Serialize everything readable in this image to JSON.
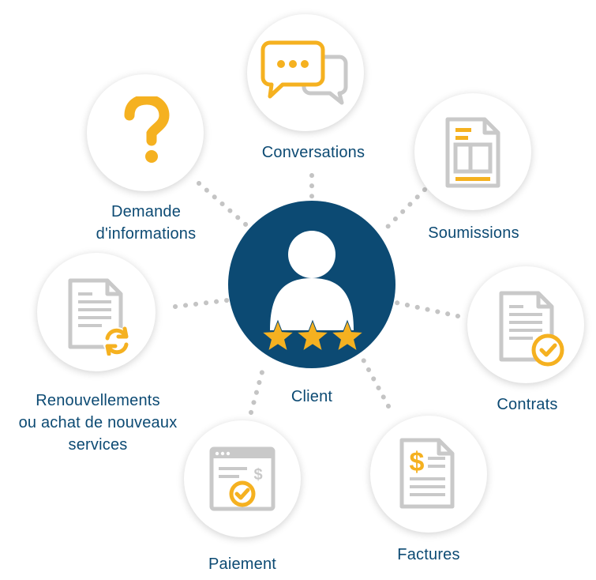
{
  "center": {
    "label": "Client",
    "stars": 3
  },
  "nodes": {
    "conversations": {
      "label": "Conversations"
    },
    "soumissions": {
      "label": "Soumissions"
    },
    "contrats": {
      "label": "Contrats"
    },
    "factures": {
      "label": "Factures"
    },
    "paiement": {
      "label": "Paiement"
    },
    "renouvellements": {
      "label": "Renouvellements\nou achat de nouveaux\nservices"
    },
    "demande": {
      "label": "Demande\nd'informations"
    }
  },
  "colors": {
    "navy": "#0c4a73",
    "accent": "#f5b120",
    "gray": "#c9c9c9",
    "dots": "#c4c4c4"
  }
}
